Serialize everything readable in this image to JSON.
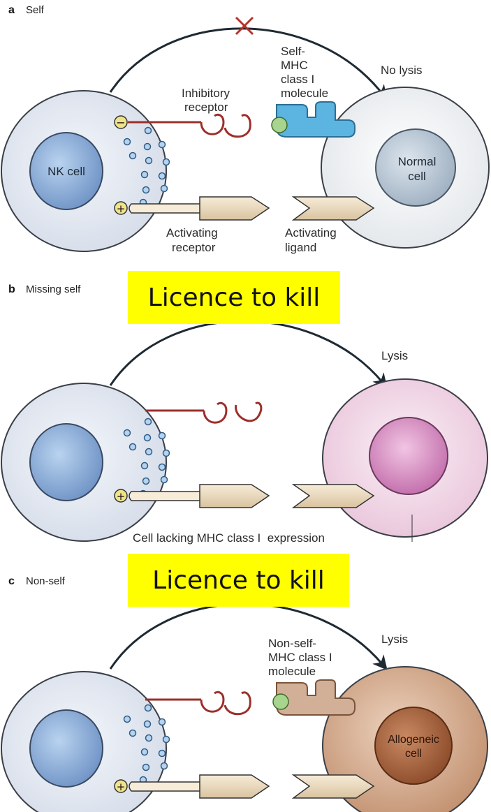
{
  "panels": [
    {
      "letter": "a",
      "title": "Self",
      "outcome": "No lysis",
      "nk_cell_label": "NK cell",
      "target_cell_label": "Normal\ncell",
      "mhc_label": "Self-\nMHC\nclass I\nmolecule",
      "inhibitory_receptor_label": "Inhibitory\nreceptor",
      "activating_receptor_label": "Activating\nreceptor",
      "activating_ligand_label": "Activating\nligand",
      "inhibitory_sign": "−",
      "activating_sign": "+"
    },
    {
      "letter": "b",
      "title": "Missing self",
      "outcome": "Lysis",
      "caption": "Cell lacking MHC class I  expression",
      "activating_sign": "+"
    },
    {
      "letter": "c",
      "title": "Non-self",
      "outcome": "Lysis",
      "target_cell_label": "Allogeneic\ncell",
      "mhc_label": "Non-self-\nMHC class I\nmolecule",
      "activating_sign": "+"
    }
  ],
  "banners": [
    "Licence to kill",
    "Licence to kill"
  ],
  "colors": {
    "nk_cytoplasm": "#e3e8f2",
    "nk_nucleus": "#86a9d6",
    "normal_cytoplasm": "#f1f3f5",
    "normal_nucleus": "#b8c6d3",
    "missing_cytoplasm": "#f3dbe9",
    "missing_nucleus": "#d48cc0",
    "allo_cytoplasm": "#d3a98a",
    "allo_nucleus": "#a9643f",
    "receptor": "#9c2f2a",
    "mhc_self": "#5bb5e0",
    "mhc_nonself": "#d2b098",
    "peptide": "#a7d58e",
    "banner": "#ffff00"
  }
}
